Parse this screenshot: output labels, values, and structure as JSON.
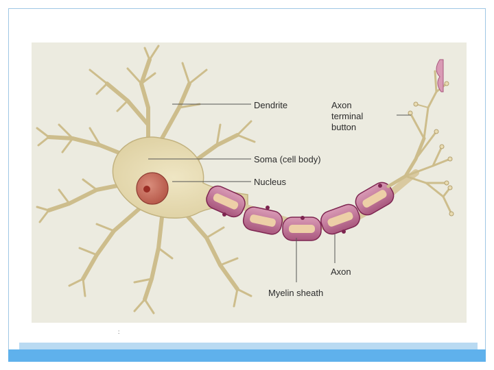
{
  "diagram": {
    "labels": {
      "dendrite": "Dendrite",
      "soma": "Soma (cell body)",
      "nucleus": "Nucleus",
      "axon_terminal_line1": "Axon",
      "axon_terminal_line2": "terminal",
      "axon_terminal_line3": "button",
      "axon": "Axon",
      "myelin": "Myelin sheath"
    }
  },
  "footnote": ":",
  "colors": {
    "frame_border": "#9ec7e4",
    "panel_bg": "#ecebe0",
    "cell_fill": "#e6dbb3",
    "cell_stroke": "#b6a77a",
    "nucleus_fill": "#c96a5c",
    "myelin_fill": "#c97fa0",
    "myelin_stroke": "#8a2f5a",
    "bar_blue": "#5fb1ec"
  }
}
